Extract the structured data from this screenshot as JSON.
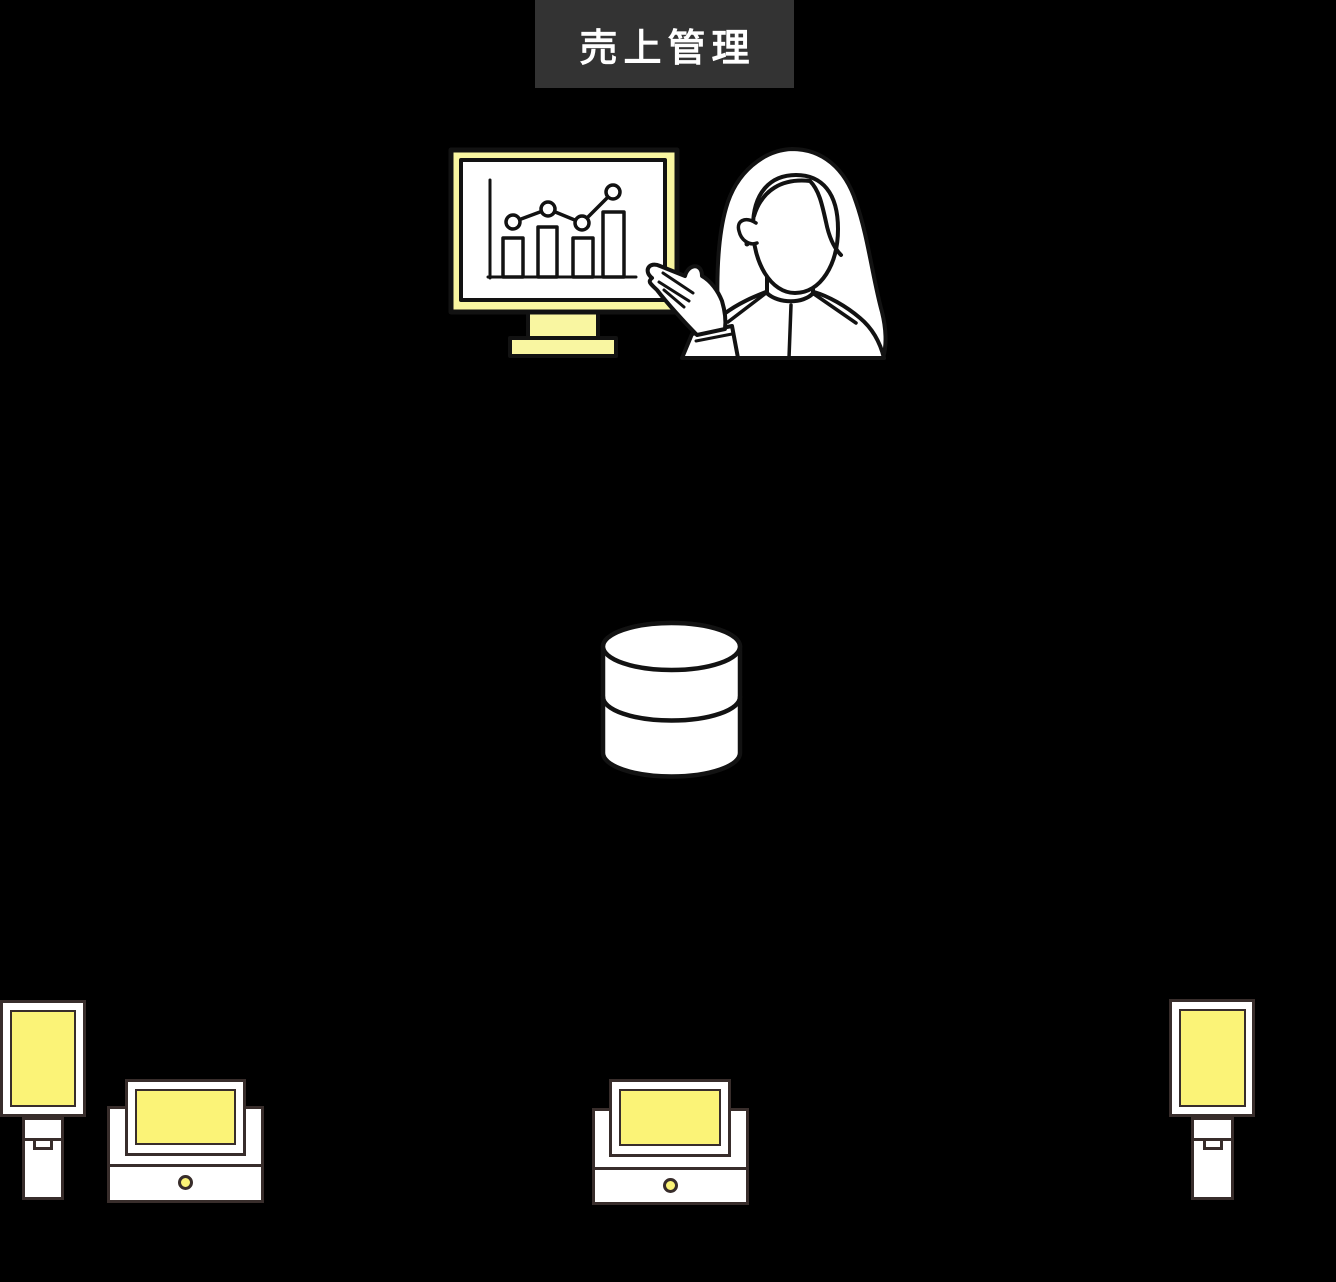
{
  "title": {
    "label": "売上管理"
  },
  "colors": {
    "background": "#000000",
    "title_box_bg": "#333333",
    "title_text": "#ffffff",
    "illustration_outline": "#121212",
    "illustration_yellow": "#f9f6a1",
    "device_yellow": "#fbf377",
    "device_outline": "#382d2b",
    "fill_white": "#ffffff"
  },
  "icons": {
    "presenter": "presenter-with-sales-chart-monitor",
    "database": "database-cylinder",
    "tablet_left": "handheld-payment-terminal",
    "register_left": "pos-cash-register",
    "register_center": "pos-cash-register",
    "tablet_right": "handheld-payment-terminal"
  }
}
